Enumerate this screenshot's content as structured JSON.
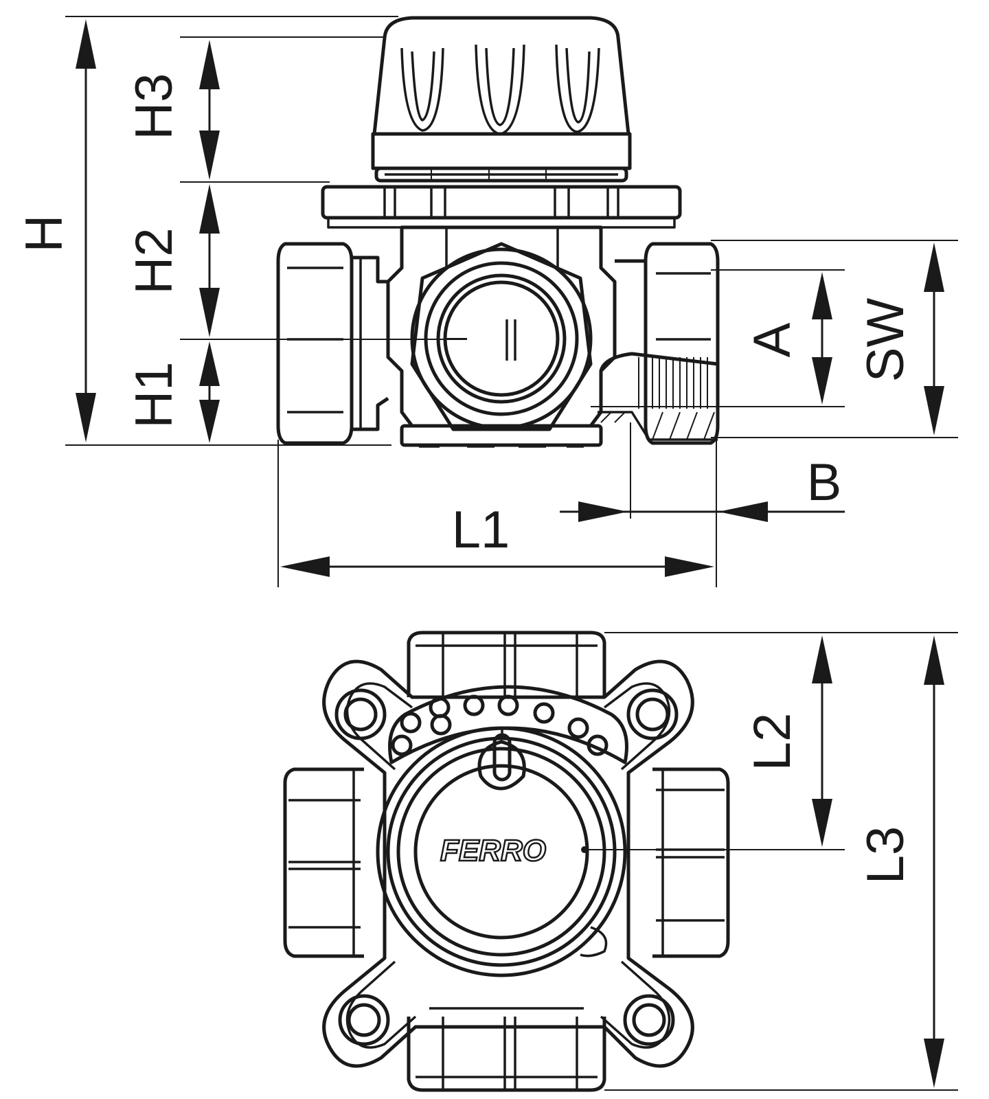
{
  "labels": {
    "H": "H",
    "H1": "H1",
    "H2": "H2",
    "H3": "H3",
    "A": "A",
    "SW": "SW",
    "B": "B",
    "L1": "L1",
    "L2": "L2",
    "L3": "L3"
  },
  "logo": "FERRO",
  "colors": {
    "line": "#1a1a1a",
    "background": "#ffffff"
  }
}
